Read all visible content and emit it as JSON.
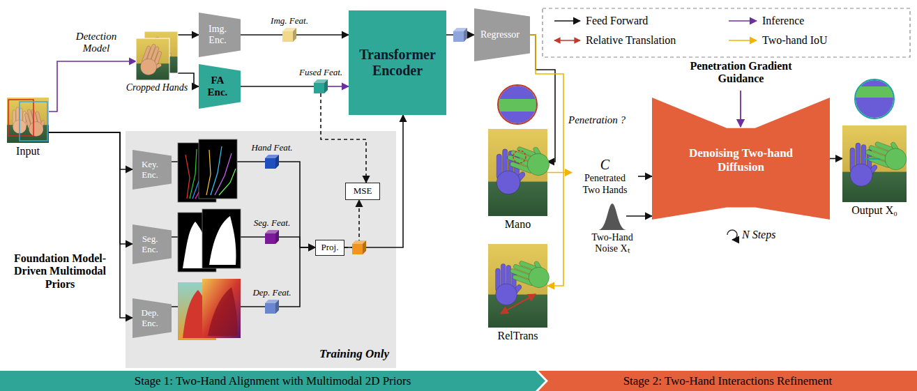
{
  "diagram": {
    "nodes": [
      {
        "text": [
          "Input"
        ]
      },
      {
        "text": [
          "Cropped Hands"
        ]
      },
      {
        "text": [
          "Img. Enc."
        ]
      },
      {
        "text": [
          "Img. Feat."
        ]
      },
      {
        "text": [
          "FA Enc."
        ]
      },
      {
        "text": [
          "Fused Feat."
        ]
      },
      {
        "text": [
          "Transformer Encoder"
        ]
      },
      {
        "text": [
          "Regressor"
        ]
      },
      {
        "text": [
          "Training Only"
        ]
      },
      {
        "text": [
          "Key. Enc."
        ],
        "in": 8
      },
      {
        "text": [
          "Hand Feat."
        ],
        "in": 8
      },
      {
        "text": [
          "Seg. Enc."
        ],
        "in": 8
      },
      {
        "text": [
          "Seg. Feat."
        ],
        "in": 8
      },
      {
        "text": [
          "Dep. Enc."
        ],
        "in": 8
      },
      {
        "text": [
          "Dep. Feat."
        ],
        "in": 8
      },
      {
        "text": [
          "MSE"
        ],
        "in": 8
      },
      {
        "text": [
          "Proj."
        ],
        "in": 8
      },
      {
        "text": [
          "Mano"
        ]
      },
      {
        "text": [
          "C",
          "Penetrated Two Hands"
        ]
      },
      {
        "text": [
          "RelTrans"
        ]
      },
      {
        "text": [
          "Two-Hand Noise Xₜ"
        ]
      },
      {
        "text": [
          "Denoising Two-hand Diffusion"
        ]
      },
      {
        "text": [
          "Output X₀"
        ]
      },
      {
        "text": [
          "Stage 1: Two-Hand Alignment with Multimodal 2D Priors"
        ]
      },
      {
        "text": [
          "Stage 2: Two-Hand Interactions Refinement"
        ]
      }
    ],
    "edges": [
      {
        "from": 0,
        "to": 1,
        "arrow": "to"
      },
      {
        "from": 1,
        "to": 2,
        "arrow": "to"
      },
      {
        "from": 1,
        "to": 4,
        "arrow": "to"
      },
      {
        "from": 2,
        "to": 3,
        "arrow": "none"
      },
      {
        "from": 3,
        "to": 6,
        "arrow": "to"
      },
      {
        "from": 4,
        "to": 5,
        "arrow": "none"
      },
      {
        "from": 5,
        "to": 6,
        "arrow": "to"
      },
      {
        "from": 5,
        "to": 15,
        "arrow": "to"
      },
      {
        "from": 0,
        "to": 9,
        "arrow": "to"
      },
      {
        "from": 0,
        "to": 11,
        "arrow": "to"
      },
      {
        "from": 0,
        "to": 13,
        "arrow": "to"
      },
      {
        "from": 9,
        "to": 10,
        "arrow": "none"
      },
      {
        "from": 11,
        "to": 12,
        "arrow": "none"
      },
      {
        "from": 13,
        "to": 14,
        "arrow": "none"
      },
      {
        "from": 10,
        "to": 16,
        "arrow": "to"
      },
      {
        "from": 12,
        "to": 16,
        "arrow": "to"
      },
      {
        "from": 14,
        "to": 16,
        "arrow": "to"
      },
      {
        "from": 16,
        "to": 15,
        "arrow": "to"
      },
      {
        "from": 16,
        "to": 6,
        "arrow": "to"
      },
      {
        "from": 6,
        "to": 7,
        "arrow": "to"
      },
      {
        "from": 7,
        "to": 17,
        "arrow": "to"
      },
      {
        "from": 7,
        "to": 19,
        "arrow": "to"
      },
      {
        "from": 17,
        "to": 18,
        "arrow": "to"
      },
      {
        "from": 18,
        "to": 21,
        "arrow": "to"
      },
      {
        "from": 20,
        "to": 21,
        "arrow": "to"
      },
      {
        "from": 21,
        "to": 22,
        "arrow": "to"
      }
    ],
    "labels": [
      "Detection Model",
      "Foundation Model-Driven Multimodal Priors",
      "Penetration ?",
      "Penetration Gradient Guidance",
      "N Steps"
    ],
    "legend": [
      {
        "text": "Feed Forward"
      },
      {
        "text": "Inference"
      },
      {
        "text": "Relative Translation"
      },
      {
        "text": "Two-hand IoU"
      }
    ]
  }
}
